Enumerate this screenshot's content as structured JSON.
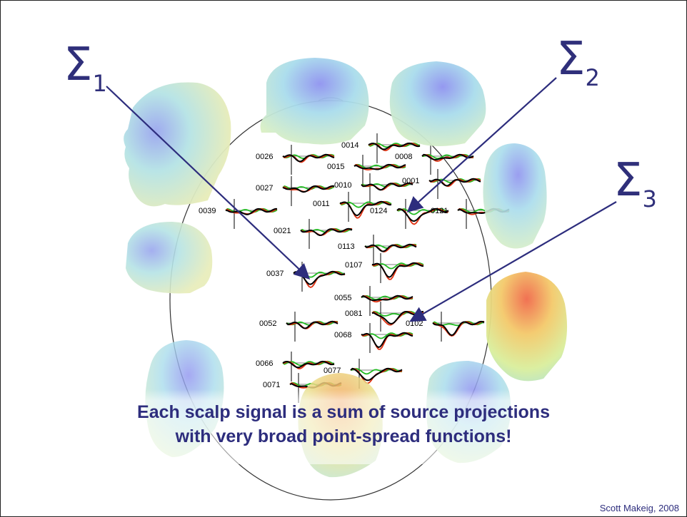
{
  "sigmas": [
    {
      "symbol": "Σ",
      "sub": "1"
    },
    {
      "symbol": "Σ",
      "sub": "2"
    },
    {
      "symbol": "Σ",
      "sub": "3"
    }
  ],
  "channels": [
    "0026",
    "0014",
    "0008",
    "0015",
    "0027",
    "0010",
    "0001",
    "0011",
    "0124",
    "0121",
    "0039",
    "0021",
    "0113",
    "0107",
    "0037",
    "0055",
    "0081",
    "0102",
    "0052",
    "0068",
    "0066",
    "0077",
    "0071"
  ],
  "caption": {
    "line1": "Each scalp signal is a sum of source projections",
    "line2": "with very broad point-spread functions!"
  },
  "credit": "Scott Makeig, 2008",
  "colors": {
    "accent": "#2d2d7d",
    "erp_black": "#000000",
    "erp_red": "#e03010",
    "erp_green": "#22bb22"
  },
  "icons": [
    "scalp-head-icon"
  ]
}
